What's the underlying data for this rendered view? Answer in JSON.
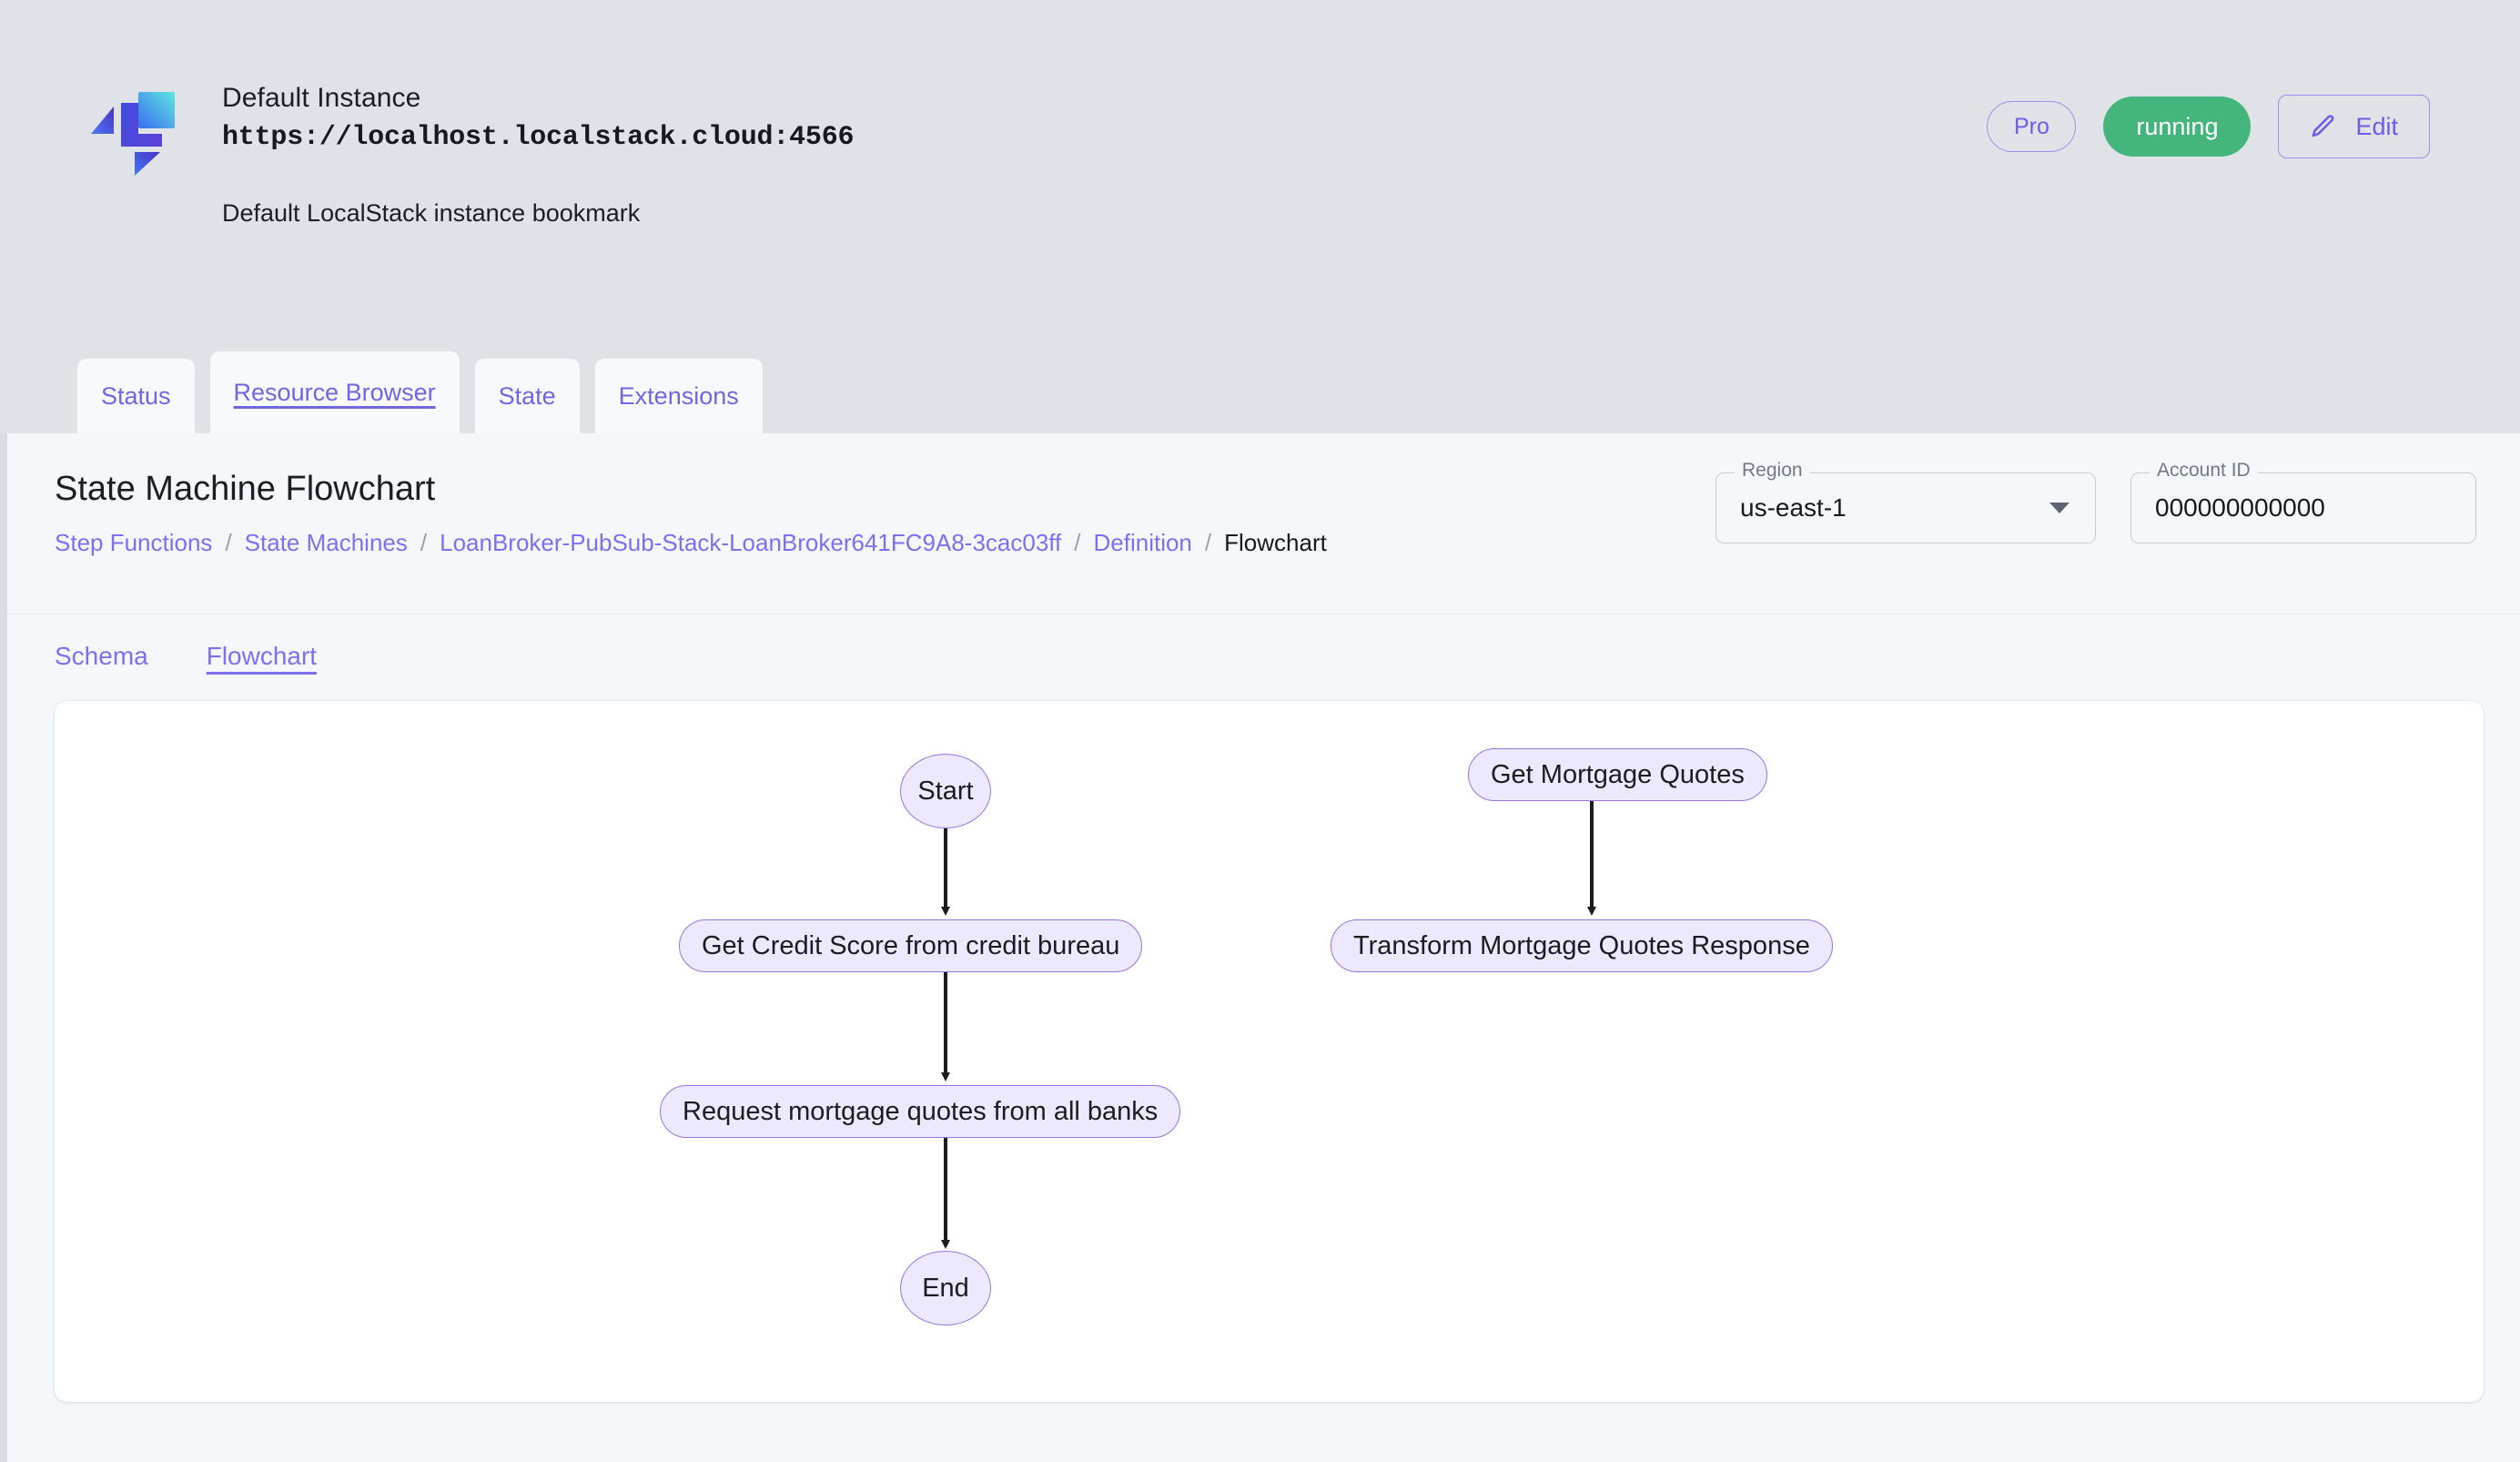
{
  "header": {
    "logo_icon": "localstack-logo-icon",
    "instance_name": "Default Instance",
    "instance_url": "https://localhost.localstack.cloud:4566",
    "instance_description": "Default LocalStack instance bookmark",
    "pro_badge": "Pro",
    "status_badge": "running",
    "edit_button": "Edit",
    "edit_icon": "pencil-icon",
    "colors": {
      "accent_purple": "#7c6ff0",
      "status_green": "#45b57e",
      "header_background": "#dfe2e6"
    }
  },
  "tabs": [
    {
      "label": "Status",
      "active": false
    },
    {
      "label": "Resource Browser",
      "active": true
    },
    {
      "label": "State",
      "active": false
    },
    {
      "label": "Extensions",
      "active": false
    }
  ],
  "page": {
    "title": "State Machine Flowchart",
    "breadcrumb": [
      {
        "label": "Step Functions",
        "current": false
      },
      {
        "label": "State Machines",
        "current": false
      },
      {
        "label": "LoanBroker-PubSub-Stack-LoanBroker641FC9A8-3cac03ff",
        "current": false
      },
      {
        "label": "Definition",
        "current": false
      },
      {
        "label": "Flowchart",
        "current": true
      }
    ],
    "breadcrumb_separator": "/"
  },
  "selectors": {
    "region": {
      "label": "Region",
      "value": "us-east-1",
      "caret_icon": "chevron-down-icon"
    },
    "account": {
      "label": "Account ID",
      "value": "000000000000"
    }
  },
  "subtabs": [
    {
      "label": "Schema",
      "active": false
    },
    {
      "label": "Flowchart",
      "active": true
    }
  ],
  "flowchart": {
    "nodes": [
      {
        "id": "start",
        "label": "Start",
        "shape": "terminal"
      },
      {
        "id": "credit-score",
        "label": "Get Credit Score from credit bureau",
        "shape": "pill"
      },
      {
        "id": "request-quotes",
        "label": "Request mortgage quotes from all banks",
        "shape": "pill"
      },
      {
        "id": "end",
        "label": "End",
        "shape": "terminal"
      },
      {
        "id": "get-mortgage-quotes",
        "label": "Get Mortgage Quotes",
        "shape": "pill"
      },
      {
        "id": "transform-quotes",
        "label": "Transform Mortgage Quotes Response",
        "shape": "pill"
      }
    ],
    "edges": [
      {
        "from": "start",
        "to": "credit-score"
      },
      {
        "from": "credit-score",
        "to": "request-quotes"
      },
      {
        "from": "request-quotes",
        "to": "end"
      },
      {
        "from": "get-mortgage-quotes",
        "to": "transform-quotes"
      }
    ],
    "node_fill": "#ece8fd",
    "node_border": "#9a74e2",
    "edge_color": "#1c1b20"
  }
}
